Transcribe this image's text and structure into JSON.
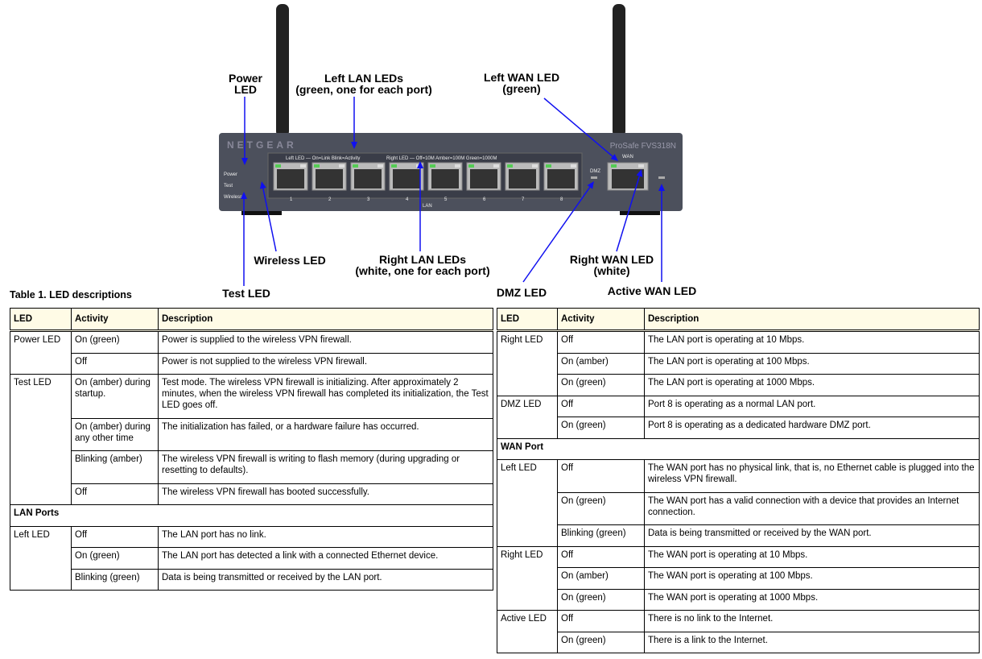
{
  "figure": {
    "brand": "NETGEAR",
    "model": "ProSafe FVS318N",
    "panel_left_legend": "Left LED — On=Link  Blink=Activity",
    "panel_right_legend": "Right LED — Off=10M  Amber=100M  Green=1000M",
    "side_labels": [
      "Power",
      "Test",
      "Wireless"
    ],
    "wan": "WAN",
    "dmz": "DMZ",
    "lan": "LAN",
    "ports": [
      "1",
      "2",
      "3",
      "4",
      "5",
      "6",
      "7",
      "8"
    ],
    "callouts": {
      "power": "Power\nLED",
      "left_lan": "Left LAN LEDs\n(green, one for each port)",
      "left_wan": "Left WAN LED\n(green)",
      "wireless": "Wireless LED",
      "test": "Test LED",
      "right_lan": "Right LAN LEDs\n(white, one for each port)",
      "dmz": "DMZ LED",
      "right_wan": "Right WAN LED\n(white)",
      "active_wan": "Active WAN LED"
    },
    "arrow_color": "#1010f0"
  },
  "caption": "Table 1.  LED descriptions",
  "headers": [
    "LED",
    "Activity",
    "Description"
  ],
  "left_table": [
    {
      "led": "Power LED",
      "rows": [
        [
          "On (green)",
          "Power is supplied to the wireless VPN firewall."
        ],
        [
          "Off",
          "Power is not supplied to the wireless VPN firewall."
        ]
      ]
    },
    {
      "led": "Test LED",
      "rows": [
        [
          "On (amber) during startup.",
          "Test mode. The wireless VPN firewall is initializing. After approximately 2 minutes, when the wireless VPN firewall has completed its initialization, the Test LED goes off."
        ],
        [
          "On (amber) during any other time",
          "The initialization has failed, or a hardware failure has occurred."
        ],
        [
          "Blinking (amber)",
          "The wireless VPN firewall is writing to flash memory (during upgrading or resetting to defaults)."
        ],
        [
          "Off",
          "The wireless VPN firewall has booted successfully."
        ]
      ]
    },
    {
      "section": "LAN Ports"
    },
    {
      "led": "Left LED",
      "rows": [
        [
          "Off",
          "The LAN port has no link."
        ],
        [
          "On (green)",
          "The LAN port has detected a link with a connected Ethernet device."
        ],
        [
          "Blinking (green)",
          "Data is being transmitted or received by the LAN port."
        ]
      ]
    }
  ],
  "right_table": [
    {
      "led": "Right LED",
      "rows": [
        [
          "Off",
          "The LAN port is operating at 10 Mbps."
        ],
        [
          "On (amber)",
          "The LAN port is operating at 100 Mbps."
        ],
        [
          "On (green)",
          "The LAN port is operating at 1000 Mbps."
        ]
      ]
    },
    {
      "led": "DMZ LED",
      "rows": [
        [
          "Off",
          "Port 8 is operating as a normal LAN port."
        ],
        [
          "On (green)",
          "Port 8 is operating as a dedicated hardware DMZ port."
        ]
      ]
    },
    {
      "section": "WAN Port"
    },
    {
      "led": "Left LED",
      "rows": [
        [
          "Off",
          "The WAN port has no physical link, that is, no Ethernet cable is plugged into the wireless VPN firewall."
        ],
        [
          "On (green)",
          "The WAN port has a valid connection with a device that provides an Internet connection."
        ],
        [
          "Blinking (green)",
          "Data is being transmitted or received by the WAN port."
        ]
      ]
    },
    {
      "led": "Right LED",
      "rows": [
        [
          "Off",
          "The WAN port is operating at 10 Mbps."
        ],
        [
          "On (amber)",
          "The WAN port is operating at 100 Mbps."
        ],
        [
          "On (green)",
          "The WAN port is operating at 1000 Mbps."
        ]
      ]
    },
    {
      "led": "Active LED",
      "rows": [
        [
          "Off",
          "There is no link to the Internet."
        ],
        [
          "On (green)",
          "There is a link to the Internet."
        ]
      ]
    }
  ]
}
